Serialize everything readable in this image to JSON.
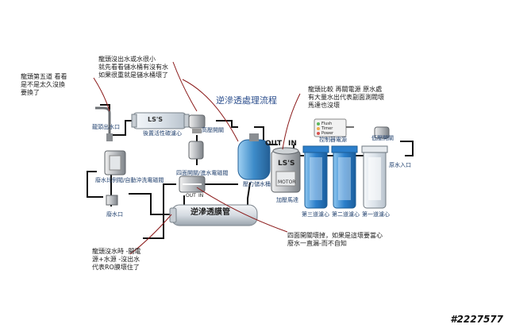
{
  "title": "逆滲透處理流程",
  "labels": {
    "out": "OUT",
    "in": "IN",
    "post_filter_brand": "LS'S",
    "pump_brand": "LS'S",
    "pump_motor": "MOTOR",
    "membrane_housing": "逆滲透膜管",
    "switch_out": "OUT",
    "switch_in": "IN"
  },
  "captions": {
    "faucet": "龍頭出水口",
    "post_filter": "後置活性碳濾心",
    "high_pressure_switch": "高壓開關",
    "waste_valve": "廢水比例閥/自動沖洗電磁閥",
    "four_way_valve": "四面開關/進水電磁閥",
    "tank": "壓力儲水桶",
    "pump": "加壓馬達",
    "filter_3": "第三道濾心",
    "filter_2": "第二道濾心",
    "filter_1": "第一道濾心",
    "water_inlet": "原水入口",
    "low_pressure_switch": "低壓開關",
    "drain": "廢水口",
    "control_box": "控制器電源"
  },
  "status": [
    "Flush",
    "Timer",
    "Power"
  ],
  "notes": {
    "replace_outlet": "龍頭第五道 看看\n是不是太久沒換\n要換了",
    "tank_check": "龍頭沒出水或水很小\n就先看看儲水桶有沒有水\n如果很重就是儲水桶壞了",
    "power_check": "龍頭比較 再關電源 原水處\n有大量水出代表副面測閥壞\n馬達也沒壞",
    "valve_check": "四面開關壞掉，如果是這壞要當心\n廢水一直漏-而不自知",
    "ro_membrane": "龍頭沒水時 -開電\n源+水源 -沒出水\n代表RO膜壞住了"
  },
  "watermark": "#2227577",
  "colors": {
    "pipe": "#111111",
    "leader": "#8b1a1a",
    "filter_blue": "#2c7fcb",
    "tank_blue": "#3d8bc9"
  }
}
